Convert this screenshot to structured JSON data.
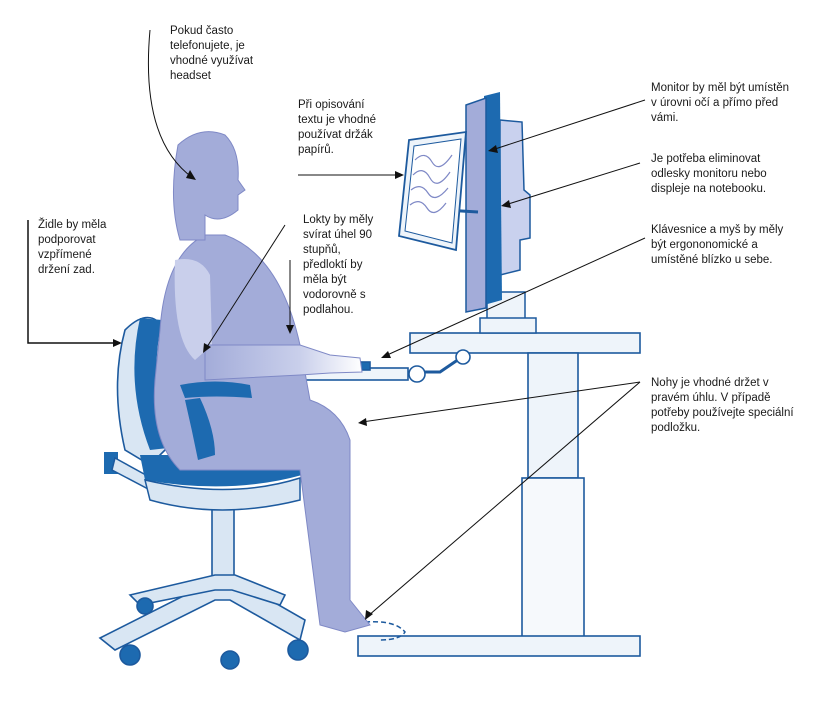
{
  "annotations": {
    "headset": [
      "Pokud často",
      "telefonujete, je",
      "vhodné využívat",
      "headset"
    ],
    "chair": [
      "Židle by měla",
      "podporovat",
      "vzpřímené",
      "držení zad."
    ],
    "paper_holder": [
      "Při opisování",
      "textu je vhodné",
      "používat držák",
      "papírů."
    ],
    "elbows": [
      "Lokty by měly",
      "svírat úhel 90",
      "stupňů,",
      "předloktí by",
      "měla být",
      "vodorovně s",
      "podlahou."
    ],
    "monitor_position": [
      "Monitor by měl být umístěn",
      "v úrovni očí a přímo před",
      "vámi."
    ],
    "glare": [
      "Je potřeba eliminovat",
      "odlesky monitoru nebo",
      "displeje na notebooku."
    ],
    "keyboard_mouse": [
      "Klávesnice a myš by měly",
      "být ergononomické a",
      "umístěné blízko u sebe."
    ],
    "legs": [
      "Nohy je vhodné držet v",
      "pravém úhlu. V případě",
      "potřeby používejte speciální",
      "podložku."
    ]
  },
  "colors": {
    "body_fill": "#a3acd9",
    "body_dark": "#7f89c6",
    "chair_blue": "#1d6ab0",
    "chair_light": "#d9e6f3",
    "outline": "#1d5a9e",
    "desk_fill": "#eef4fa"
  }
}
